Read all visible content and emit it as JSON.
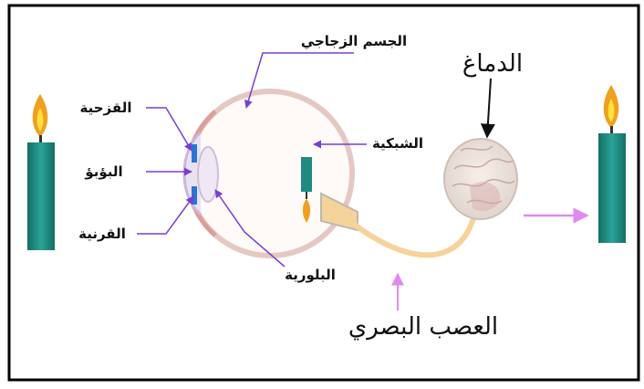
{
  "labels": {
    "vitreous_body": "الجسم الزجاجي",
    "brain": "الدماغ",
    "iris": "القزحية",
    "pupil": "البؤبؤ",
    "cornea": "القرنية",
    "retina": "الشبكية",
    "lens": "البلورية",
    "optic_nerve": "العصب البصري"
  },
  "colors": {
    "pointer_purple": "#8a2be2",
    "pointer_light": "#e0a0f0",
    "candle_body": "#1e8a80",
    "flame_outer": "#f0a020",
    "flame_inner": "#ffe040",
    "nerve": "#f5d39a",
    "frame": "#000000"
  }
}
